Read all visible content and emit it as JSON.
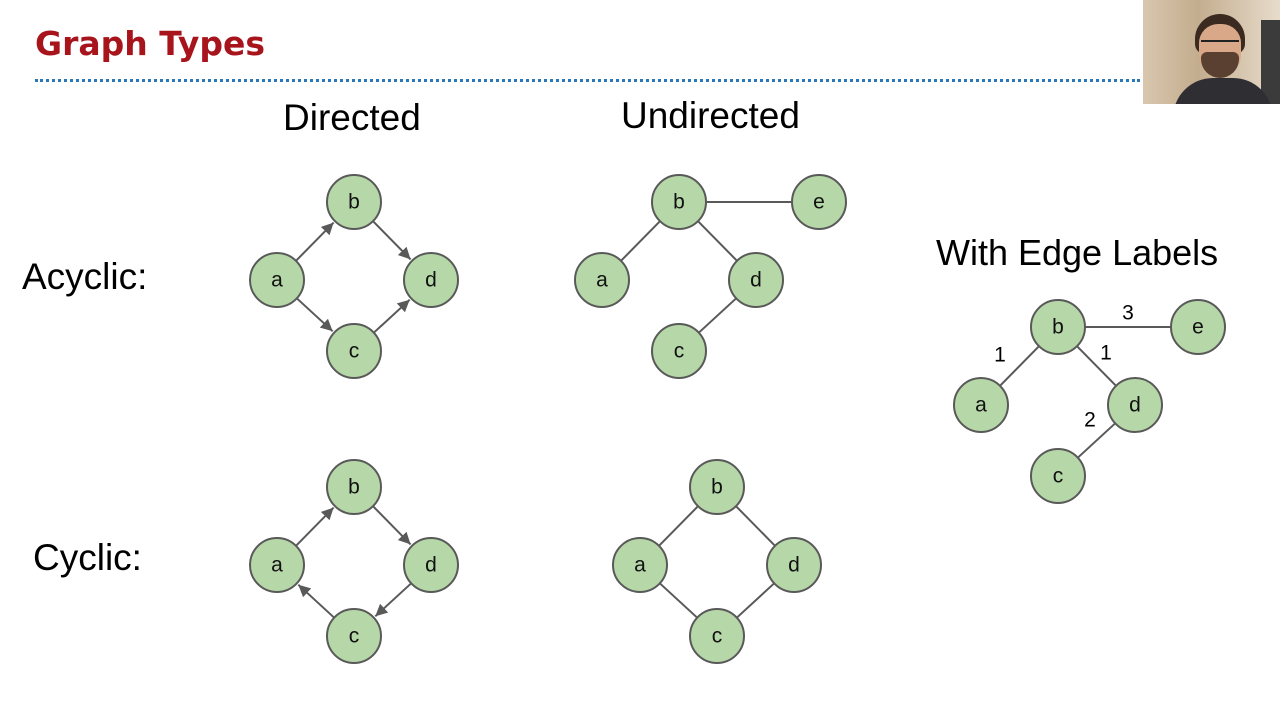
{
  "slide": {
    "title": "Graph Types",
    "col_directed": "Directed",
    "col_undirected": "Undirected",
    "row_acyclic": "Acyclic:",
    "row_cyclic": "Cyclic:",
    "edge_labels_heading": "With Edge Labels"
  },
  "colors": {
    "title": "#a7141c",
    "rule": "#2b78b8",
    "node_fill": "#b6d7a8",
    "node_stroke": "#595959",
    "edge": "#595959"
  },
  "graphs": [
    {
      "id": "directed-acyclic",
      "directed": true,
      "nodes": [
        "a",
        "b",
        "c",
        "d"
      ],
      "edges": [
        {
          "from": "a",
          "to": "b"
        },
        {
          "from": "b",
          "to": "d"
        },
        {
          "from": "a",
          "to": "c"
        },
        {
          "from": "c",
          "to": "d"
        }
      ]
    },
    {
      "id": "undirected-acyclic",
      "directed": false,
      "nodes": [
        "a",
        "b",
        "c",
        "d",
        "e"
      ],
      "edges": [
        {
          "from": "a",
          "to": "b"
        },
        {
          "from": "b",
          "to": "d"
        },
        {
          "from": "b",
          "to": "e"
        },
        {
          "from": "c",
          "to": "d"
        }
      ]
    },
    {
      "id": "directed-cyclic",
      "directed": true,
      "nodes": [
        "a",
        "b",
        "c",
        "d"
      ],
      "edges": [
        {
          "from": "a",
          "to": "b"
        },
        {
          "from": "b",
          "to": "d"
        },
        {
          "from": "d",
          "to": "c"
        },
        {
          "from": "c",
          "to": "a"
        }
      ]
    },
    {
      "id": "undirected-cyclic",
      "directed": false,
      "nodes": [
        "a",
        "b",
        "c",
        "d"
      ],
      "edges": [
        {
          "from": "a",
          "to": "b"
        },
        {
          "from": "b",
          "to": "d"
        },
        {
          "from": "d",
          "to": "c"
        },
        {
          "from": "c",
          "to": "a"
        }
      ]
    },
    {
      "id": "edge-labels",
      "directed": false,
      "nodes": [
        "a",
        "b",
        "c",
        "d",
        "e"
      ],
      "edges": [
        {
          "from": "a",
          "to": "b",
          "label": "1"
        },
        {
          "from": "b",
          "to": "d",
          "label": "1"
        },
        {
          "from": "b",
          "to": "e",
          "label": "3"
        },
        {
          "from": "c",
          "to": "d",
          "label": "2"
        }
      ]
    }
  ]
}
